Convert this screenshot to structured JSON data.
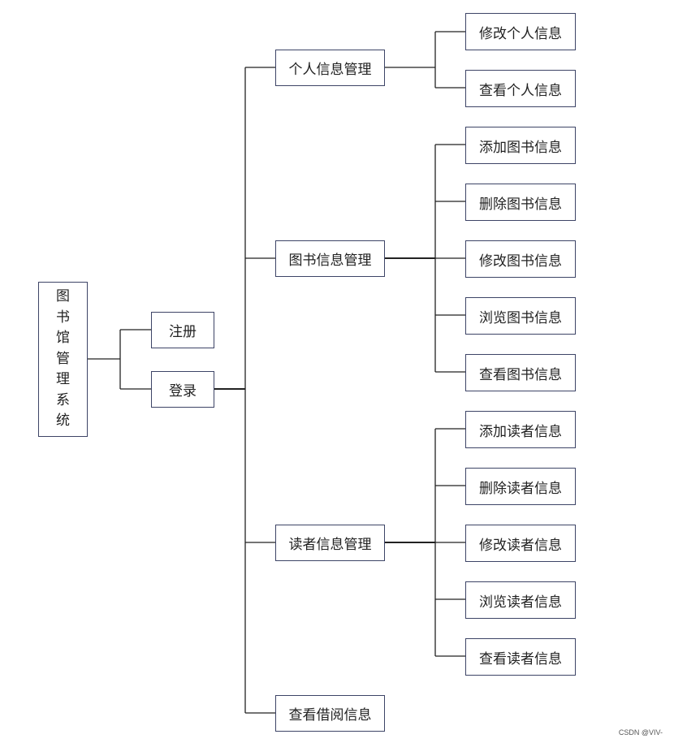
{
  "root": {
    "chars": [
      "图",
      "书",
      "馆",
      "管",
      "理",
      "系",
      "统"
    ]
  },
  "level1": {
    "register": "注册",
    "login": "登录"
  },
  "modules": {
    "personal": {
      "label": "个人信息管理",
      "children": [
        "修改个人信息",
        "查看个人信息"
      ]
    },
    "book": {
      "label": "图书信息管理",
      "children": [
        "添加图书信息",
        "删除图书信息",
        "修改图书信息",
        "浏览图书信息",
        "查看图书信息"
      ]
    },
    "reader": {
      "label": "读者信息管理",
      "children": [
        "添加读者信息",
        "删除读者信息",
        "修改读者信息",
        "浏览读者信息",
        "查看读者信息"
      ]
    },
    "borrow": {
      "label": "查看借阅信息"
    }
  },
  "watermark": "CSDN @VIV-",
  "colors": {
    "border": "#3d4466",
    "line": "#222222",
    "background": "#ffffff"
  }
}
